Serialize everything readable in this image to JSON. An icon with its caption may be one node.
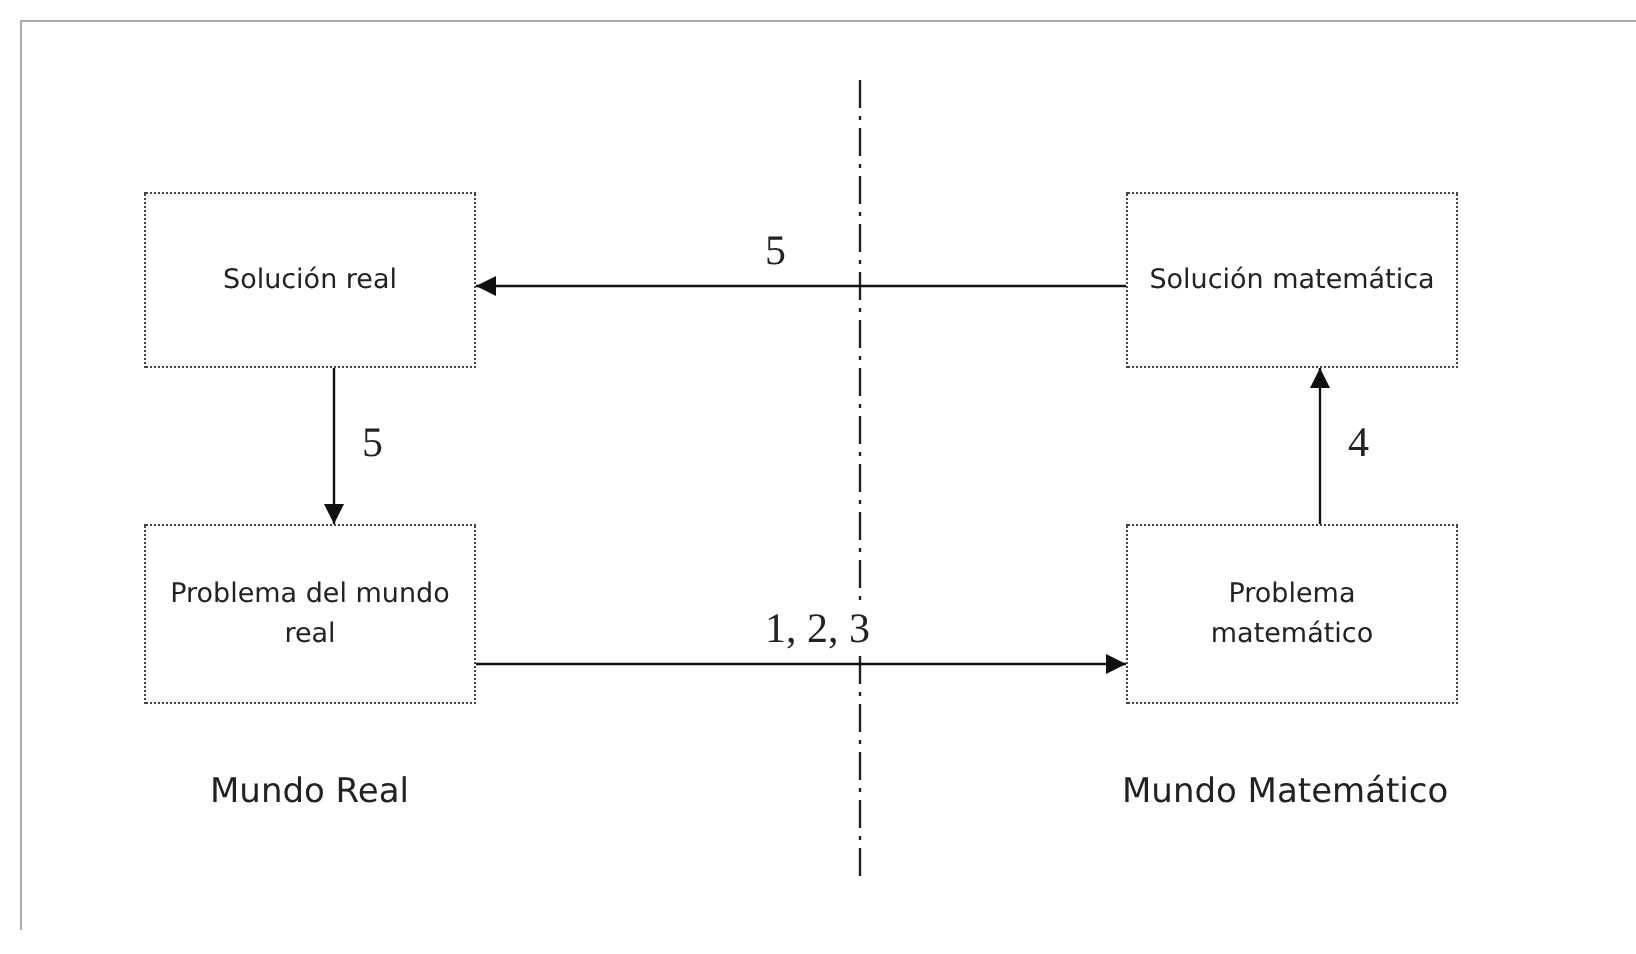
{
  "diagram": {
    "nodes": [
      {
        "text": [
          "Solución real"
        ]
      },
      {
        "text": [
          "Solución matemática"
        ]
      },
      {
        "text": [
          "Problema del mundo real"
        ]
      },
      {
        "text": [
          "Problema matemático"
        ]
      }
    ],
    "edges": [
      {
        "from": 1,
        "to": 0,
        "arrow": "to",
        "label": "5"
      },
      {
        "from": 0,
        "to": 2,
        "arrow": "to",
        "label": "5"
      },
      {
        "from": 2,
        "to": 3,
        "arrow": "to",
        "label": "1, 2, 3"
      },
      {
        "from": 3,
        "to": 1,
        "arrow": "to",
        "label": "4"
      }
    ],
    "labels": [
      "Mundo Real",
      "Mundo Matemático"
    ]
  }
}
